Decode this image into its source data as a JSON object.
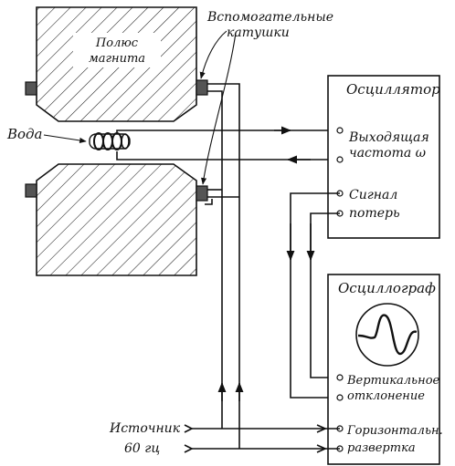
{
  "magnet": {
    "pole_label_line1": "Полюс",
    "pole_label_line2": "магнита"
  },
  "aux_coils": {
    "label_line1": "Вспомогательные",
    "label_line2": "катушки"
  },
  "water": {
    "label": "Вода"
  },
  "oscillator": {
    "title": "Осциллятор",
    "output_line1": "Выходящая",
    "output_line2": "частота ω",
    "loss_line1": "Сигнал",
    "loss_line2": "потерь"
  },
  "oscilloscope": {
    "title": "Осциллограф",
    "vertical_line1": "Вертикальное",
    "vertical_line2": "отклонение",
    "horizontal_line1": "Горизонтальн.",
    "horizontal_line2": "развертка"
  },
  "source": {
    "label_line1": "Источник",
    "label_line2": "60 гц"
  }
}
